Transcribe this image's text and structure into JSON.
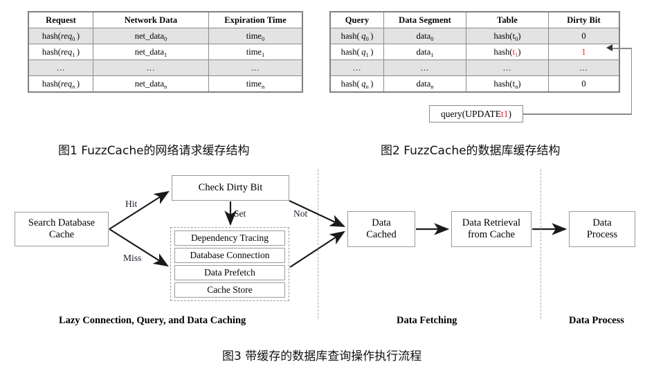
{
  "figure1": {
    "caption": "图1 FuzzCache的网络请求缓存结构",
    "table": {
      "headers": [
        "Request",
        "Network Data",
        "Expiration Time"
      ],
      "rows": [
        {
          "shaded": true,
          "cells": [
            "hash(req0)",
            "net_data0",
            "time0"
          ]
        },
        {
          "shaded": false,
          "cells": [
            "hash(req1)",
            "net_data1",
            "time1"
          ]
        },
        {
          "shaded": true,
          "cells": [
            "...",
            "...",
            "..."
          ]
        },
        {
          "shaded": false,
          "cells": [
            "hash(reqn)",
            "net_datan",
            "timen"
          ]
        }
      ]
    }
  },
  "figure2": {
    "caption": "图2 FuzzCache的数据库缓存结构",
    "table": {
      "headers": [
        "Query",
        "Data Segment",
        "Table",
        "Dirty Bit"
      ],
      "rows": [
        {
          "shaded": true,
          "cells": [
            "hash(q0)",
            "data0",
            "hash(t0)",
            "0"
          ]
        },
        {
          "shaded": false,
          "cells": [
            "hash(q1)",
            "data1",
            "hash(t1)",
            "1"
          ]
        },
        {
          "shaded": true,
          "cells": [
            "...",
            "...",
            "...",
            "..."
          ]
        },
        {
          "shaded": false,
          "cells": [
            "hash(qn)",
            "datan",
            "hash(tn)",
            "0"
          ]
        }
      ]
    },
    "query_callout": {
      "prefix": "query(UPDATE ",
      "highlight": "t1",
      "suffix": ")",
      "highlight_color": "#ee1c25"
    }
  },
  "figure3": {
    "caption": "图3 带缓存的数据库查询操作执行流程",
    "nodes": {
      "search": "Search Database\nCache",
      "check_dirty_bit": "Check Dirty Bit",
      "data_cached": "Data\nCached",
      "data_retrieval": "Data Retrieval\nfrom Cache",
      "data_process": "Data\nProcess"
    },
    "group_items": [
      "Dependency Tracing",
      "Database Connection",
      "Data Prefetch",
      "Cache Store"
    ],
    "edge_labels": {
      "hit": "Hit",
      "miss": "Miss",
      "set": "Set",
      "not": "Not"
    },
    "section_labels": [
      "Lazy Connection, Query, and Data Caching",
      "Data Fetching",
      "Data Process"
    ]
  }
}
